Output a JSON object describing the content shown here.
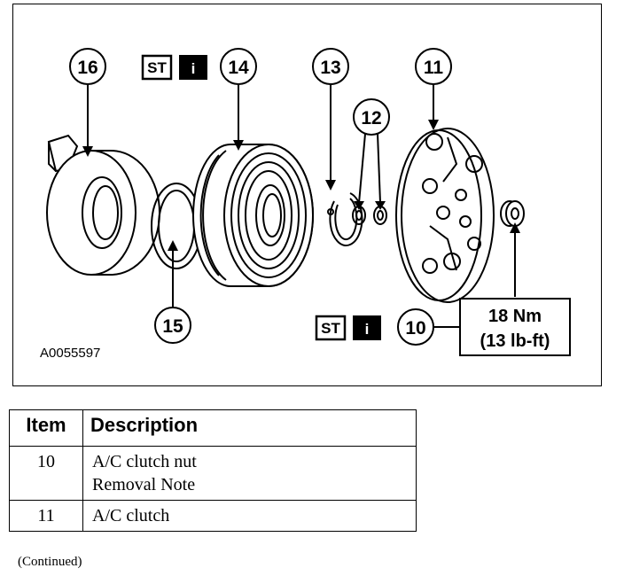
{
  "figure": {
    "id_label": "A0055597",
    "callouts": [
      "16",
      "14",
      "13",
      "12",
      "11",
      "15",
      "10"
    ],
    "badge": {
      "special_tool": "ST",
      "info": "i"
    },
    "torque": {
      "metric": "18 Nm",
      "imperial": "(13 lb-ft)"
    }
  },
  "table": {
    "headers": {
      "item": "Item",
      "description": "Description"
    },
    "rows": [
      {
        "item": "10",
        "lines": [
          "A/C clutch nut",
          "Removal Note"
        ]
      },
      {
        "item": "11",
        "lines": [
          "A/C clutch"
        ]
      }
    ]
  },
  "footer": {
    "continued": "(Continued)"
  }
}
